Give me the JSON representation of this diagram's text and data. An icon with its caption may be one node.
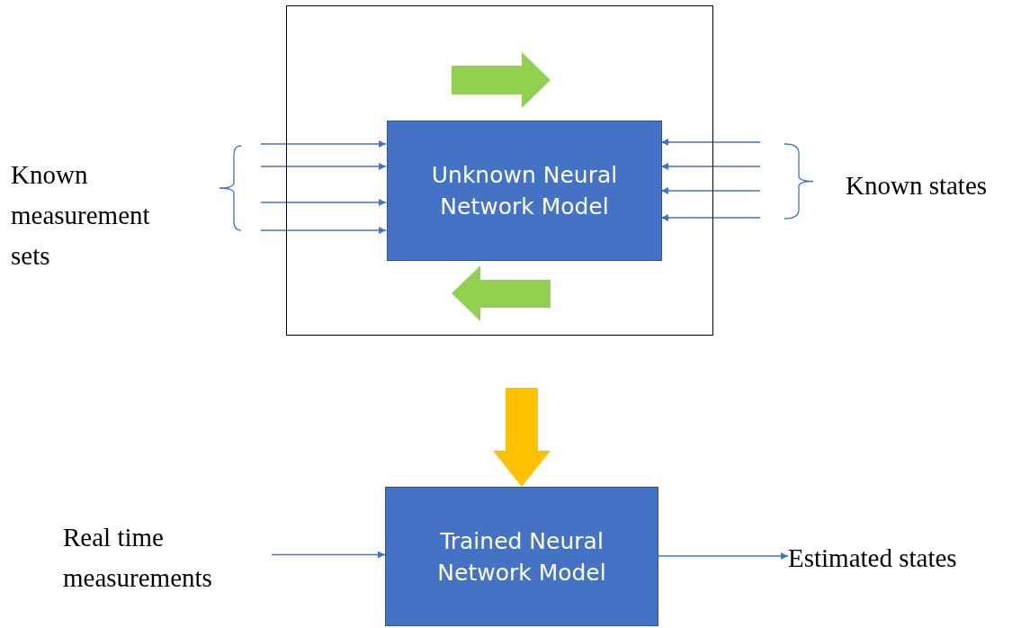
{
  "diagram": {
    "nodes": [
      {
        "text": [],
        "shape": "box"
      },
      {
        "text": [
          "Unknown Neural Network Model"
        ],
        "in": 0
      },
      {
        "text": [
          "Trained Neural Network Model"
        ]
      },
      {
        "text": [
          "Real time measurements"
        ]
      },
      {
        "text": [
          "Estimated states"
        ]
      }
    ],
    "edges": [
      {
        "from": null,
        "to": 1,
        "arrow": "to"
      },
      {
        "from": null,
        "to": 1,
        "arrow": "to"
      },
      {
        "from": null,
        "to": 1,
        "arrow": "to"
      },
      {
        "from": null,
        "to": 1,
        "arrow": "to"
      },
      {
        "from": null,
        "to": 1,
        "arrow": "to"
      },
      {
        "from": null,
        "to": 1,
        "arrow": "to"
      },
      {
        "from": null,
        "to": 1,
        "arrow": "to"
      },
      {
        "from": null,
        "to": 1,
        "arrow": "to"
      },
      {
        "from": 0,
        "to": 2,
        "arrow": "to",
        "style": "thick",
        "color": "#ffc000"
      },
      {
        "from": 3,
        "to": 2,
        "arrow": "to"
      },
      {
        "from": 2,
        "to": 4,
        "arrow": "to"
      }
    ],
    "labels": [
      "Known measurement sets",
      "Known states"
    ]
  }
}
